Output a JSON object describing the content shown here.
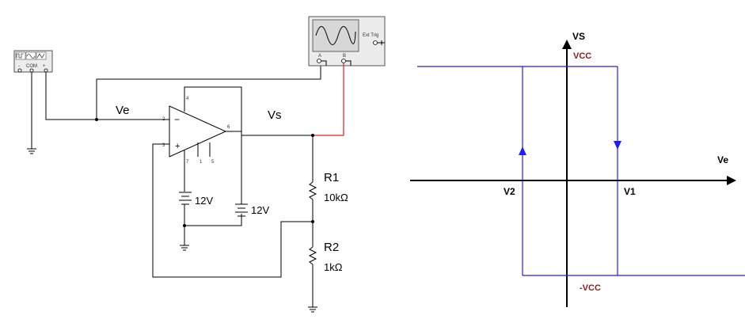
{
  "circuit": {
    "input_label": "Ve",
    "output_label": "Vs",
    "resistors": [
      {
        "name": "R1",
        "value": "10kΩ"
      },
      {
        "name": "R2",
        "value": "1kΩ"
      }
    ],
    "supplies": [
      {
        "label": "12V"
      },
      {
        "label": "12V"
      }
    ],
    "function_generator": {
      "terminals": [
        "-",
        "COM",
        "+"
      ]
    },
    "oscilloscope": {
      "ext_trig_label": "Ext Trig",
      "channel_a": "A",
      "channel_b": "B"
    },
    "opamp_pins": [
      "4",
      "2",
      "3",
      "6",
      "7",
      "1",
      "5"
    ],
    "colors": {
      "wire": "#000000",
      "scope_wire": "#e0201c"
    }
  },
  "graph": {
    "y_axis_label": "VS",
    "x_axis_label": "Ve",
    "top_level": "VCC",
    "bottom_level": "-VCC",
    "threshold_left": "V2",
    "threshold_right": "V1",
    "colors": {
      "loop": "#1c1cff",
      "level_text": "#8b1a1a"
    }
  }
}
